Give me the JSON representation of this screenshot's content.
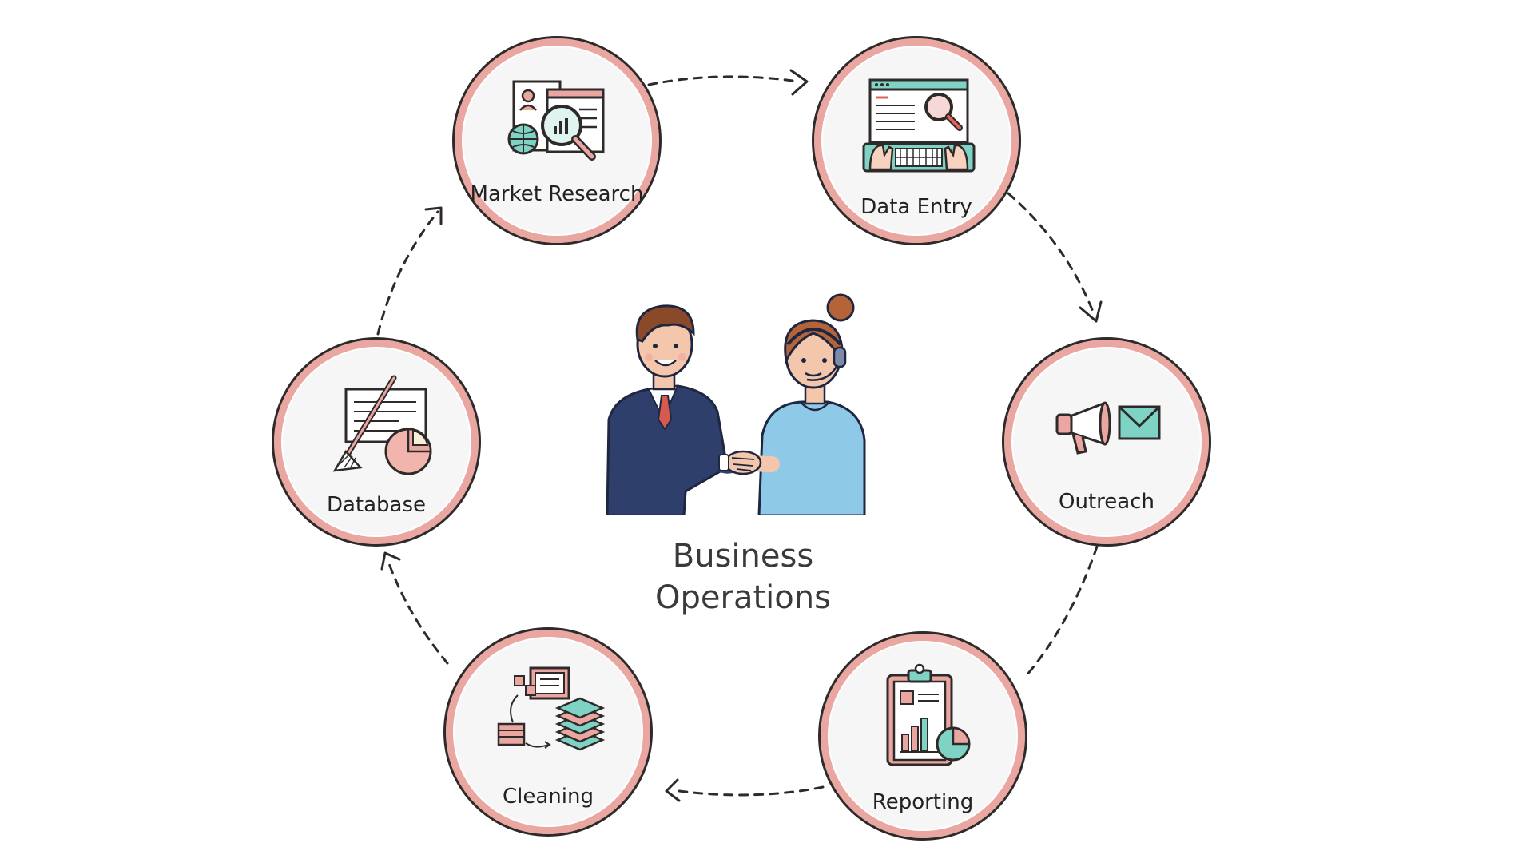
{
  "center": {
    "title_line1": "Business",
    "title_line2": "Operations"
  },
  "steps": [
    {
      "id": "market-research",
      "label": "Market Research",
      "icon": "magnifier-chart-icon"
    },
    {
      "id": "data-entry",
      "label": "Data Entry",
      "icon": "keyboard-screen-icon"
    },
    {
      "id": "outreach",
      "label": "Outreach",
      "icon": "megaphone-envelope-icon"
    },
    {
      "id": "reporting",
      "label": "Reporting",
      "icon": "clipboard-chart-icon"
    },
    {
      "id": "cleaning",
      "label": "Cleaning",
      "icon": "layers-flow-icon"
    },
    {
      "id": "database",
      "label": "Database",
      "icon": "broom-pie-icon"
    }
  ],
  "colors": {
    "accent_pink": "#eaa7a1",
    "accent_teal": "#7fd3c4",
    "outline": "#2e2a2a",
    "suit_navy": "#2f3f6b",
    "shirt_blue": "#8ec9e8"
  }
}
